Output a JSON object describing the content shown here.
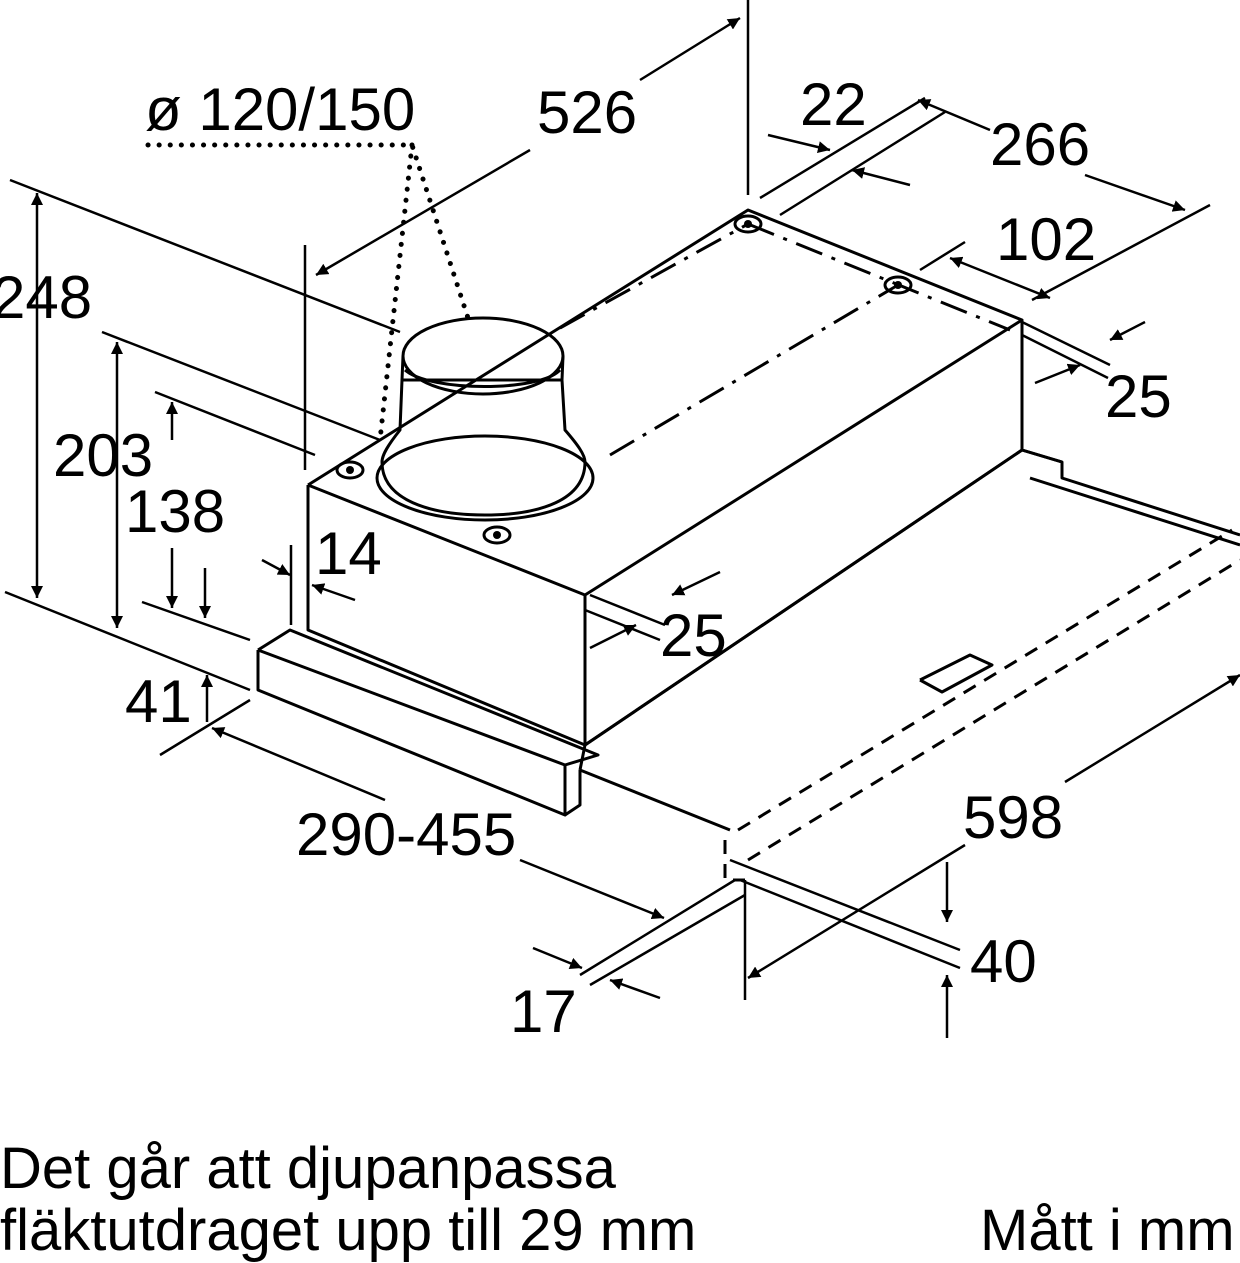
{
  "dimensions": {
    "duct_diameter": "ø 120/150",
    "width_top": "526",
    "d22": "22",
    "d266": "266",
    "d102": "102",
    "d25_right": "25",
    "h248": "248",
    "h203": "203",
    "h138": "138",
    "d14": "14",
    "d25_front": "25",
    "d41": "41",
    "depth_range": "290-455",
    "width_598": "598",
    "d40": "40",
    "d17": "17"
  },
  "notes": {
    "line1": "Det går att djupanpassa",
    "line2": "fläktutdraget upp till 29 mm",
    "units": "Mått i mm"
  }
}
